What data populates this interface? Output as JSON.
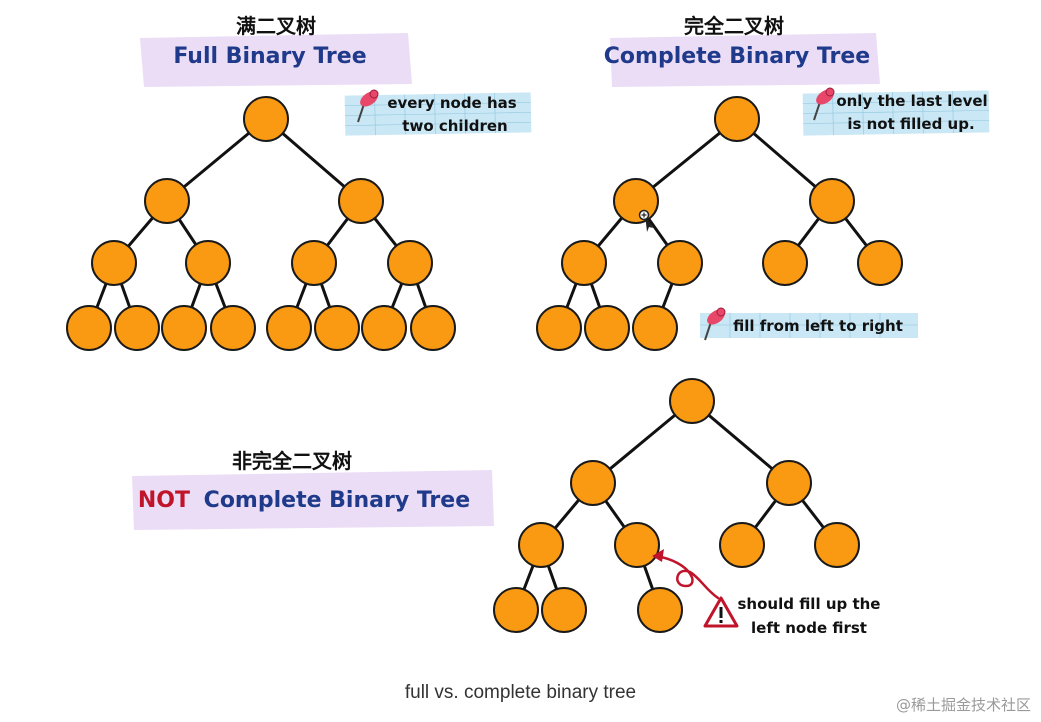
{
  "panels": {
    "full": {
      "title_zh": "满二叉树",
      "title_en": "Full Binary Tree",
      "note_lines": [
        "every node has",
        "two children"
      ]
    },
    "complete": {
      "title_zh": "完全二叉树",
      "title_en": "Complete Binary Tree",
      "note_lines": [
        "only the last level",
        "is not filled up."
      ],
      "note2": "fill from left to right"
    },
    "not_complete": {
      "title_zh": "非完全二叉树",
      "title_en_not": "NOT",
      "title_en_rest": "Complete Binary Tree",
      "warning_lines": [
        "should fill up the",
        "left node first"
      ]
    }
  },
  "caption": "full vs. complete binary tree",
  "watermark": "@稀土掘金技术社区",
  "colors": {
    "node_fill": "#FA9A12",
    "title_blue": "#1F3A8A",
    "not_red": "#C0142B",
    "highlight": "#EBDDF6",
    "note_blue": "#BFE3F2",
    "warning_red": "#C0142B"
  },
  "icons": [
    "pushpin-icon",
    "warning-icon",
    "curved-arrow-icon",
    "cursor-icon"
  ]
}
